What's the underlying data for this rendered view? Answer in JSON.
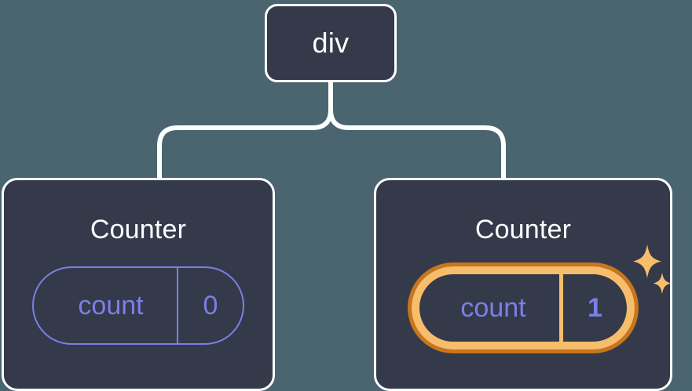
{
  "canvas": {
    "background_color": "#4a6570",
    "node_fill_color": "#343a4a",
    "node_border_color": "#ffffff",
    "connector_color": "#ffffff",
    "state_accent_color": "#7b7fe8",
    "highlight_color": "#f8bd6b",
    "highlight_outer_color": "#c8761c"
  },
  "tree": {
    "root": {
      "label": "div"
    },
    "children": [
      {
        "title": "Counter",
        "state": {
          "key": "count",
          "value": "0"
        },
        "highlighted": false
      },
      {
        "title": "Counter",
        "state": {
          "key": "count",
          "value": "1"
        },
        "highlighted": true,
        "sparkle_icons": [
          "sparkle-large-icon",
          "sparkle-small-icon"
        ]
      }
    ]
  }
}
